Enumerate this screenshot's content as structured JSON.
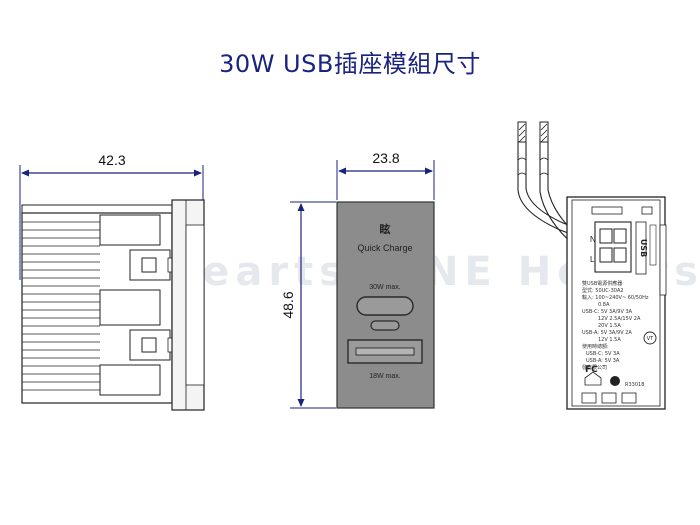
{
  "title": "30W USB插座模組尺寸",
  "dimensions": {
    "side_width": "42.3",
    "front_width": "23.8",
    "front_height": "48.6"
  },
  "front_face": {
    "brand_mark": "眩",
    "quick_charge": "Quick Charge",
    "port_c_label": "30W max.",
    "port_a_label": "18W max."
  },
  "rear_label": {
    "brand": "USB",
    "lines": [
      "雙USB電源供應器",
      "型式: 50UC-30A2",
      "輸入: 100~240V~ 60/50Hz",
      "0.8A",
      "USB-C: 5V 3A/9V 3A",
      "12V 2.5A/15V 2A",
      "20V 1.5A",
      "USB-A: 5V 3A/9V 2A",
      "12V 1.5A",
      "使用時總額:",
      "USB-C: 5V 3A",
      "USB-A: 5V 3A",
      "發有限公司",
      "R33018"
    ],
    "terminal_l": "L",
    "terminal_n": "N"
  },
  "watermark": "ONE Hearts",
  "colors": {
    "title": "#1a237e",
    "dimension": "#1a237e",
    "line": "#222222",
    "face": "#8a8a8a"
  }
}
